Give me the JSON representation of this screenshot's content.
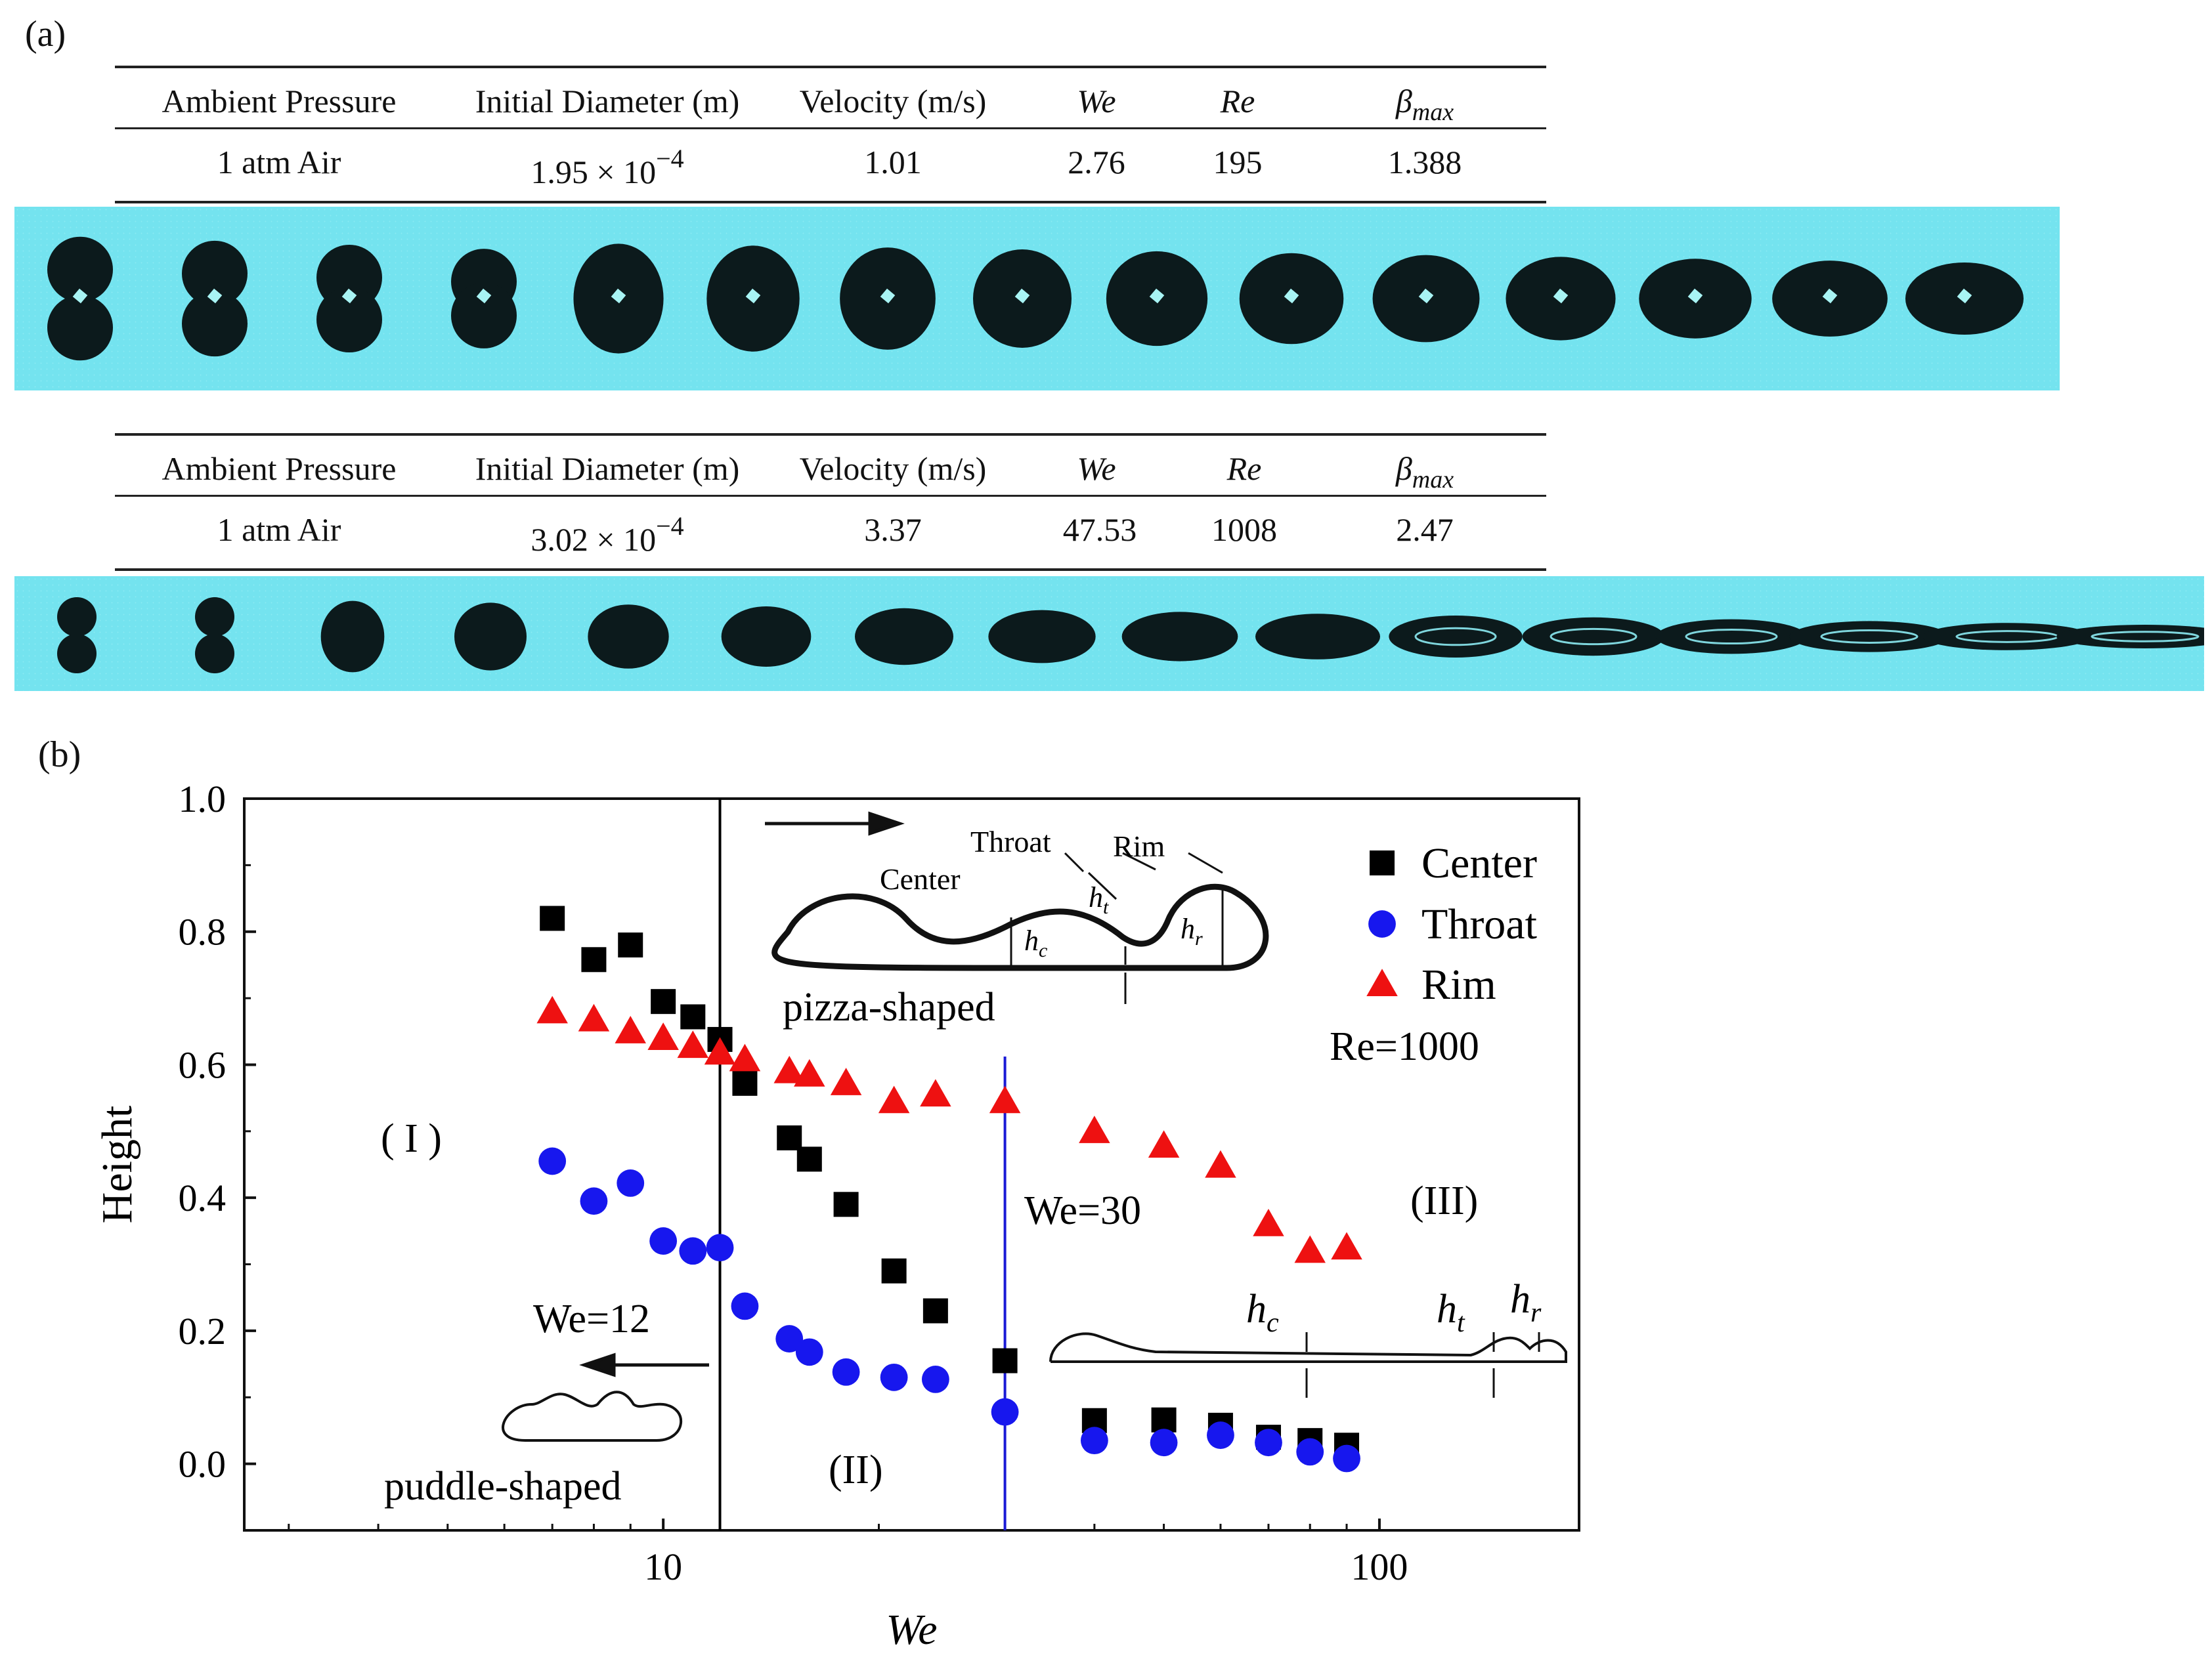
{
  "panels": {
    "a_label": "(a)",
    "b_label": "(b)"
  },
  "tables": [
    {
      "headers": [
        "Ambient Pressure",
        "Initial Diameter (m)",
        "Velocity (m/s)",
        "We",
        "Re",
        "β",
        "max"
      ],
      "row": [
        "1 atm Air",
        "1.95 × 10",
        "−4",
        "1.01",
        "2.76",
        "195",
        "1.388"
      ]
    },
    {
      "headers": [
        "Ambient Pressure",
        "Initial Diameter (m)",
        "Velocity (m/s)",
        "We",
        "Re",
        "β",
        "max"
      ],
      "row": [
        "1 atm Air",
        "3.02 × 10",
        "−4",
        "3.37",
        "47.53",
        "1008",
        "2.47"
      ]
    }
  ],
  "sequences": [
    {
      "frames": 15,
      "color_bg": "#74e3ef",
      "color_drop": "#0c1a1c"
    },
    {
      "frames": 16,
      "color_bg": "#74e3ef",
      "color_drop": "#0c1a1c"
    }
  ],
  "annotations": {
    "region1": "( I )",
    "region2": "(II)",
    "region3": "(III)",
    "we12": "We=12",
    "we30": "We=30",
    "puddle": "puddle-shaped",
    "pizza": "pizza-shaped",
    "throat": "Throat",
    "rim": "Rim",
    "center": "Center",
    "re": "Re=1000",
    "hc": "h",
    "ht": "h",
    "hr": "h",
    "sub_c": "c",
    "sub_t": "t",
    "sub_r": "r"
  },
  "chart_data": {
    "type": "scatter",
    "xlabel": "We",
    "ylabel": "Height",
    "xscale": "log",
    "xlim": [
      2.6,
      190
    ],
    "ylim": [
      -0.1,
      1.0
    ],
    "xticks": [
      10,
      100
    ],
    "xtick_labels": [
      "10",
      "100"
    ],
    "yticks": [
      0.0,
      0.2,
      0.4,
      0.6,
      0.8,
      1.0
    ],
    "ytick_labels": [
      "0.0",
      "0.2",
      "0.4",
      "0.6",
      "0.8",
      "1.0"
    ],
    "vlines": [
      {
        "x": 12,
        "color": "#000000"
      },
      {
        "x": 30,
        "color": "#1a1ad6"
      }
    ],
    "legend_position": "top-right",
    "series": [
      {
        "name": "Center",
        "marker": "square",
        "color": "#000000",
        "x": [
          7,
          8,
          9,
          10,
          11,
          12,
          13,
          15,
          16,
          18,
          21,
          24,
          30,
          40,
          50,
          60,
          70,
          80,
          90
        ],
        "y": [
          0.82,
          0.758,
          0.78,
          0.695,
          0.672,
          0.638,
          0.572,
          0.49,
          0.458,
          0.39,
          0.29,
          0.23,
          0.155,
          0.065,
          0.066,
          0.058,
          0.04,
          0.035,
          0.028
        ]
      },
      {
        "name": "Throat",
        "marker": "circle",
        "color": "#1717ee",
        "x": [
          7,
          8,
          9,
          10,
          11,
          12,
          13,
          15,
          16,
          18,
          21,
          24,
          30,
          40,
          50,
          60,
          70,
          80,
          90
        ],
        "y": [
          0.455,
          0.395,
          0.422,
          0.335,
          0.32,
          0.325,
          0.237,
          0.188,
          0.168,
          0.138,
          0.13,
          0.127,
          0.078,
          0.035,
          0.032,
          0.043,
          0.032,
          0.018,
          0.008
        ]
      },
      {
        "name": "Rim",
        "marker": "triangle",
        "color": "#ee1111",
        "x": [
          7,
          8,
          9,
          10,
          11,
          12,
          13,
          15,
          16,
          18,
          21,
          24,
          30,
          40,
          50,
          60,
          70,
          80,
          90
        ],
        "y": [
          0.68,
          0.668,
          0.65,
          0.64,
          0.628,
          0.618,
          0.608,
          0.59,
          0.585,
          0.572,
          0.545,
          0.555,
          0.545,
          0.5,
          0.478,
          0.448,
          0.36,
          0.32,
          0.325
        ]
      }
    ]
  }
}
